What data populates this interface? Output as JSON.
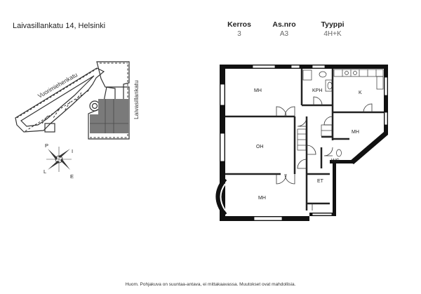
{
  "address": "Laivasillankatu 14, Helsinki",
  "info": [
    {
      "label": "Kerros",
      "value": "3"
    },
    {
      "label": "As.nro",
      "value": "A3"
    },
    {
      "label": "Tyyppi",
      "value": "4H+K"
    }
  ],
  "site": {
    "street_1": "Vuorimiehenkatu",
    "street_2": "Laivasillankatu",
    "compass": {
      "north": "P",
      "east": "I",
      "south": "E",
      "west": "L"
    }
  },
  "rooms": {
    "mh_top": "MH",
    "kph": "KPH",
    "k": "K",
    "mh_right": "MH",
    "oh": "OH",
    "wc": "WC",
    "et": "ET",
    "mh_bottom": "MH"
  },
  "footer": "Huom. Pohjakuva on suuntaa-antava, ei mittakaavassa. Muutokset ovat mahdollisia.",
  "colors": {
    "wall": "#111111",
    "highlight": "#7a7a7a",
    "line": "#333333"
  }
}
